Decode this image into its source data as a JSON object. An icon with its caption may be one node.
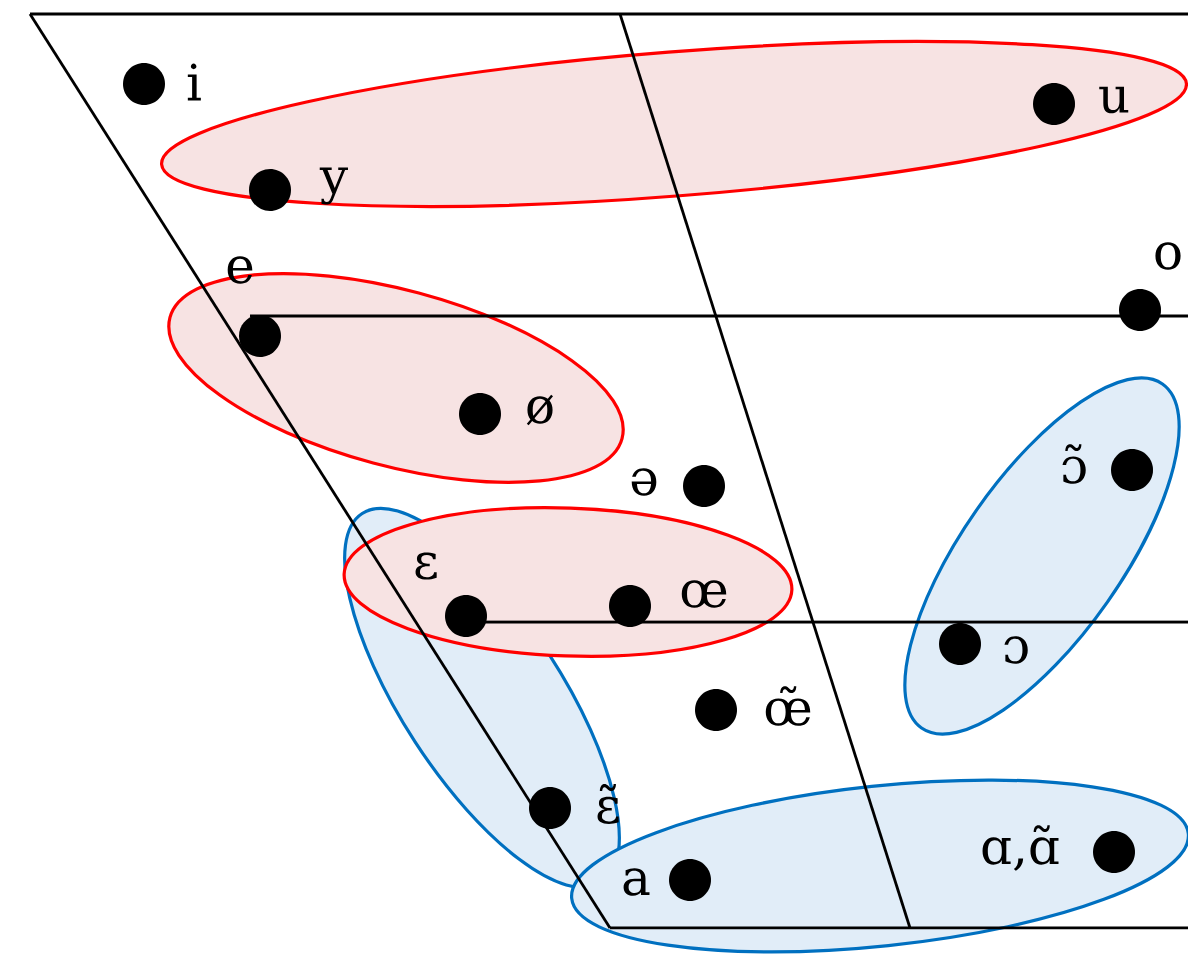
{
  "diagram": {
    "nodes": [
      {
        "text": [
          "y",
          "u"
        ]
      },
      {
        "text": [
          "e",
          "ø"
        ]
      },
      {
        "text": [
          "ɛ",
          "œ"
        ]
      },
      {
        "text": [
          "ɔ̃",
          "ɔ"
        ]
      },
      {
        "text": [
          "ɛ̃"
        ]
      },
      {
        "text": [
          "a",
          "ɑ,ɑ̃"
        ]
      }
    ],
    "labels": [
      "i",
      "o",
      "ə",
      "œ̃"
    ]
  }
}
